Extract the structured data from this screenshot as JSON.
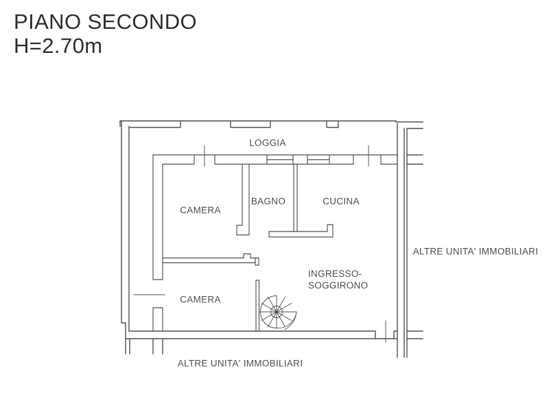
{
  "page": {
    "background": "#ffffff",
    "line_color": "#4f4f4f",
    "text_color": "#4c4c4c",
    "title_color": "#2d2d2d"
  },
  "header": {
    "title": "PIANO SECONDO",
    "height_note": "H=2.70m"
  },
  "plan": {
    "rooms": {
      "loggia": "LOGGIA",
      "camera_top": "CAMERA",
      "bagno": "BAGNO",
      "cucina": "CUCINA",
      "camera_bottom": "CAMERA",
      "ingresso_line1": "INGRESSO-",
      "ingresso_line2": "SOGGIRONO"
    },
    "adjacent": {
      "right_units": "ALTRE UNITA' IMMOBILIARI",
      "bottom_units": "ALTRE UNITA' IMMOBILIARI"
    }
  }
}
